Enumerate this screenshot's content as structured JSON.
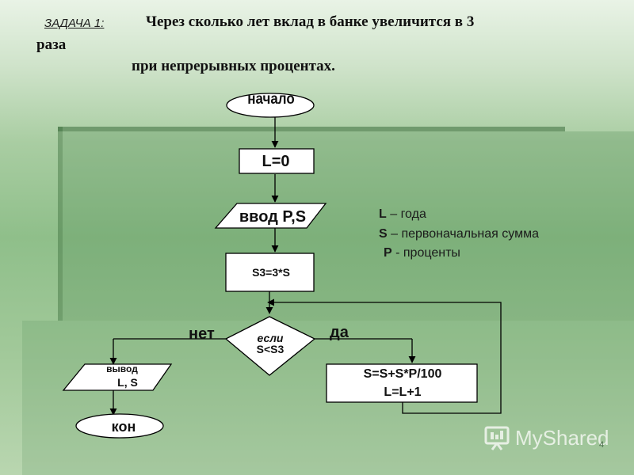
{
  "header": {
    "task_label": "ЗАДАЧА 1:",
    "line1": "Через сколько лет вклад в банке увеличится в 3",
    "line2": "раза",
    "line3": "при  непрерывных процентах."
  },
  "flowchart": {
    "start": "начало",
    "init": "L=0",
    "input": "ввод P,S",
    "assign": "S3=3*S",
    "cond_line1": "если",
    "cond_line2": "S<S3",
    "no_label": "нет",
    "yes_label": "да",
    "body_line1": "S=S+S*P/100",
    "body_line2": "L=L+1",
    "output_line1": "вывод",
    "output_line2": "L, S",
    "end": "кон"
  },
  "legend": [
    {
      "var": "L",
      "desc": " – года"
    },
    {
      "var": "S",
      "desc": " – первоначальная  сумма"
    },
    {
      "var": "P",
      "desc": "  -  проценты"
    }
  ],
  "watermark": "MyShared",
  "page_number": "4",
  "colors": {
    "shape_fill": "#ffffff",
    "stroke": "#000000"
  }
}
